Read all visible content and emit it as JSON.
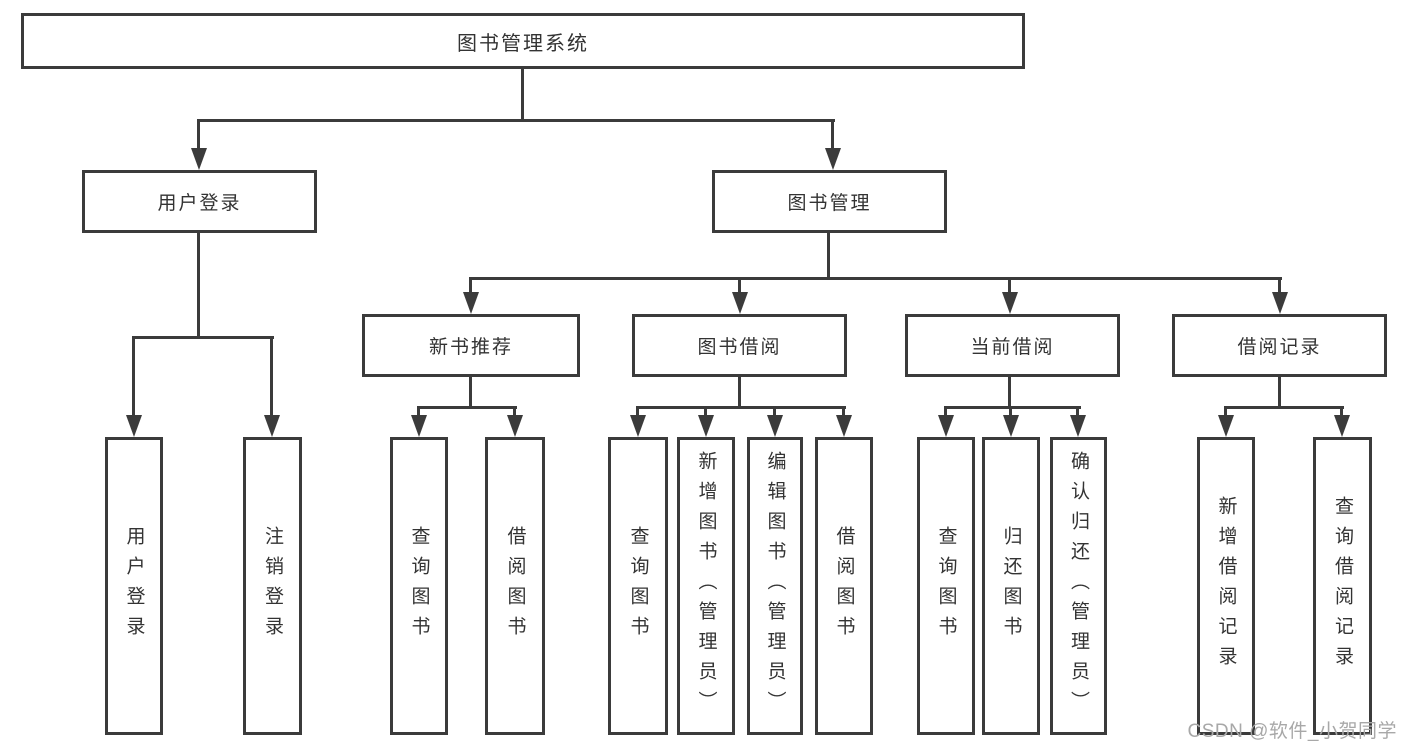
{
  "tree": {
    "label": "图书管理系统",
    "children": [
      {
        "label": "用户登录",
        "children": [
          {
            "label": "用户登录"
          },
          {
            "label": "注销登录"
          }
        ]
      },
      {
        "label": "图书管理",
        "children": [
          {
            "label": "新书推荐",
            "children": [
              {
                "label": "查询图书"
              },
              {
                "label": "借阅图书"
              }
            ]
          },
          {
            "label": "图书借阅",
            "children": [
              {
                "label": "查询图书"
              },
              {
                "label": "新增图书（管理员）"
              },
              {
                "label": "编辑图书（管理员）"
              },
              {
                "label": "借阅图书"
              }
            ]
          },
          {
            "label": "当前借阅",
            "children": [
              {
                "label": "查询图书"
              },
              {
                "label": "归还图书"
              },
              {
                "label": "确认归还（管理员）"
              }
            ]
          },
          {
            "label": "借阅记录",
            "children": [
              {
                "label": "新增借阅记录"
              },
              {
                "label": "查询借阅记录"
              }
            ]
          }
        ]
      }
    ]
  },
  "watermark": "CSDN @软件_小贺同学",
  "colors": {
    "line": "#3b3b3b",
    "text": "#333333",
    "watermark": "#a8a8a8",
    "background": "#ffffff"
  }
}
